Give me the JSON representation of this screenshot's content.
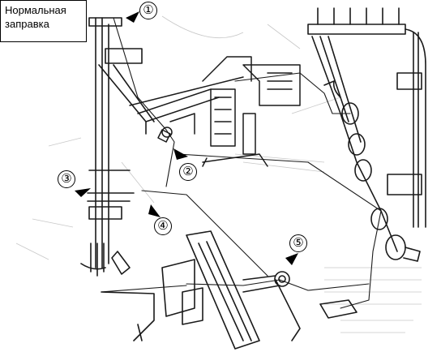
{
  "title_box": {
    "text": "Нормальная\nзаправка"
  },
  "callouts": [
    {
      "id": "1",
      "label": "①"
    },
    {
      "id": "2",
      "label": "②"
    },
    {
      "id": "3",
      "label": "③"
    },
    {
      "id": "4",
      "label": "④"
    },
    {
      "id": "5",
      "label": "⑤"
    }
  ],
  "colors": {
    "ink": "#1a1a1a",
    "background": "#ffffff",
    "faint": "#c8c8c8"
  }
}
